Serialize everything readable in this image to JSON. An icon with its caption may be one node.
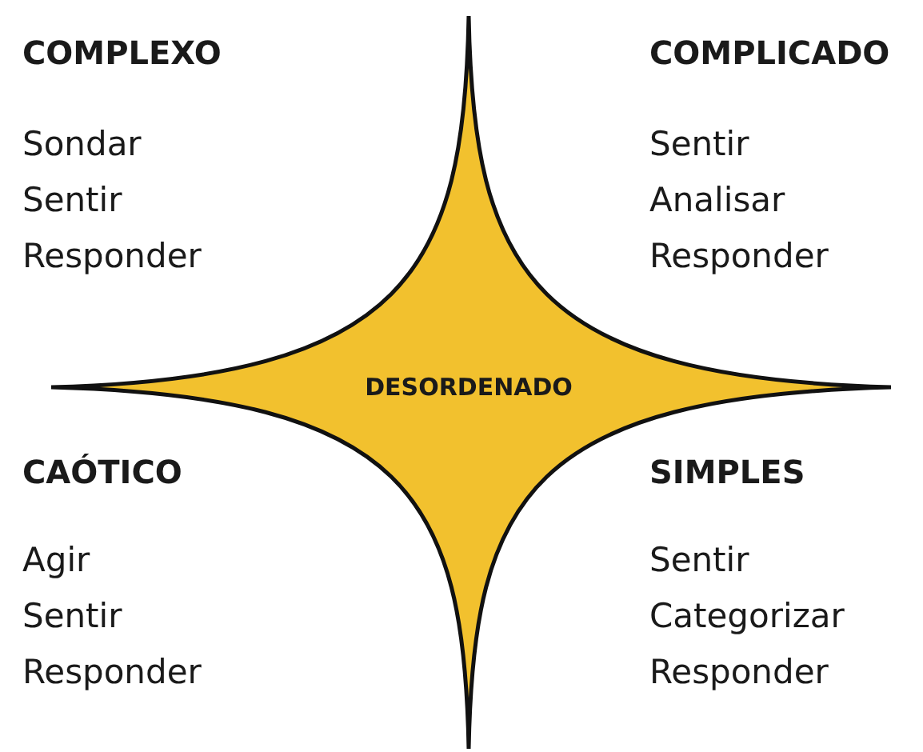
{
  "diagram": {
    "nodes": [
      {
        "text": [
          "DESORDENADO"
        ]
      }
    ],
    "edges": [],
    "labels": [
      "COMPLEXO",
      "COMPLICADO",
      "Sondar",
      "Sentir",
      "Sentir",
      "Analisar",
      "Responder",
      "Responder",
      "CAÓTICO",
      "SIMPLES",
      "Agir",
      "Sentir",
      "Sentir",
      "Categorizar",
      "Responder",
      "Responder"
    ]
  }
}
